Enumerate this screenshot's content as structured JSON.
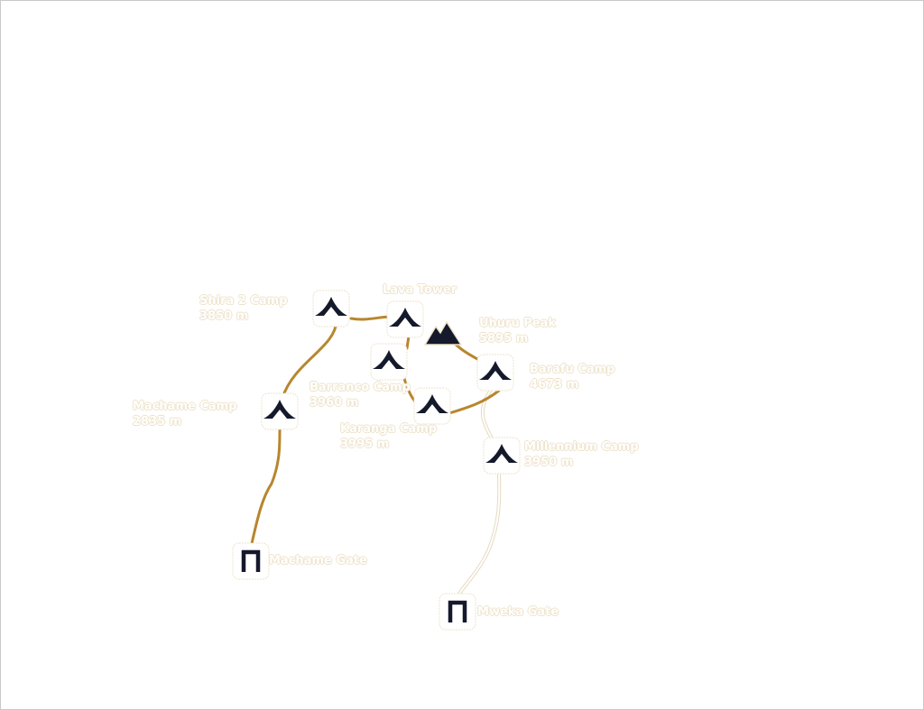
{
  "colors": {
    "ascent_route": "#b8862e",
    "descent_route": "#ffffff",
    "icon": "#14192b",
    "label_halo": "#efe4cc"
  },
  "places": [
    {
      "id": "machame-gate",
      "name": "Machame Gate",
      "icon": "gate-icon"
    },
    {
      "id": "machame-camp",
      "name": "Machame Camp",
      "elevation": "2835 m",
      "icon": "tent-icon"
    },
    {
      "id": "shira-2-camp",
      "name": "Shira 2 Camp",
      "elevation": "3850 m",
      "icon": "tent-icon"
    },
    {
      "id": "lava-tower",
      "name": "Lava Tower",
      "icon": "tent-icon"
    },
    {
      "id": "barranco-camp",
      "name": "Barranco Camp",
      "elevation": "3960 m",
      "icon": "tent-icon"
    },
    {
      "id": "karanga-camp",
      "name": "Karanga Camp",
      "elevation": "3995 m",
      "icon": "tent-icon"
    },
    {
      "id": "barafu-camp",
      "name": "Barafu Camp",
      "elevation": "4673 m",
      "icon": "tent-icon"
    },
    {
      "id": "uhuru-peak",
      "name": "Uhuru Peak",
      "elevation": "5895 m",
      "icon": "peak-icon"
    },
    {
      "id": "millennium-camp",
      "name": "Millennium Camp",
      "elevation": "3950 m",
      "icon": "tent-icon"
    },
    {
      "id": "mweka-gate",
      "name": "Mweka Gate",
      "icon": "gate-icon"
    }
  ]
}
